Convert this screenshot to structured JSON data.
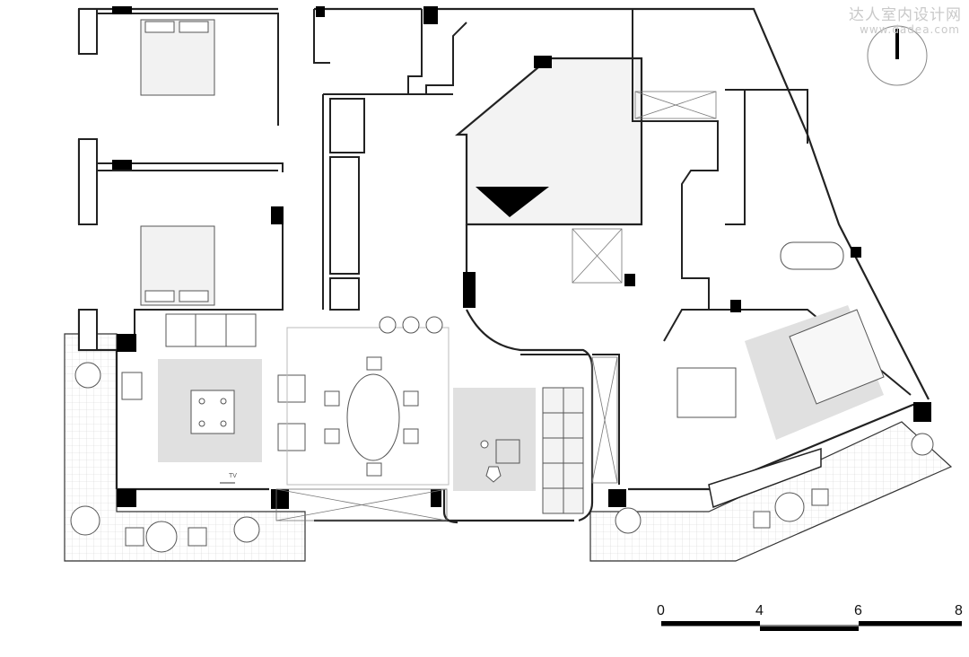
{
  "watermark": {
    "text": "达人室内设计网",
    "url": "www.dadea.com"
  },
  "plan": {
    "tv_label": "TV"
  },
  "scale_bar": {
    "labels": [
      "0",
      "4",
      "6",
      "8"
    ]
  },
  "north_symbol": "north-arrow-icon"
}
